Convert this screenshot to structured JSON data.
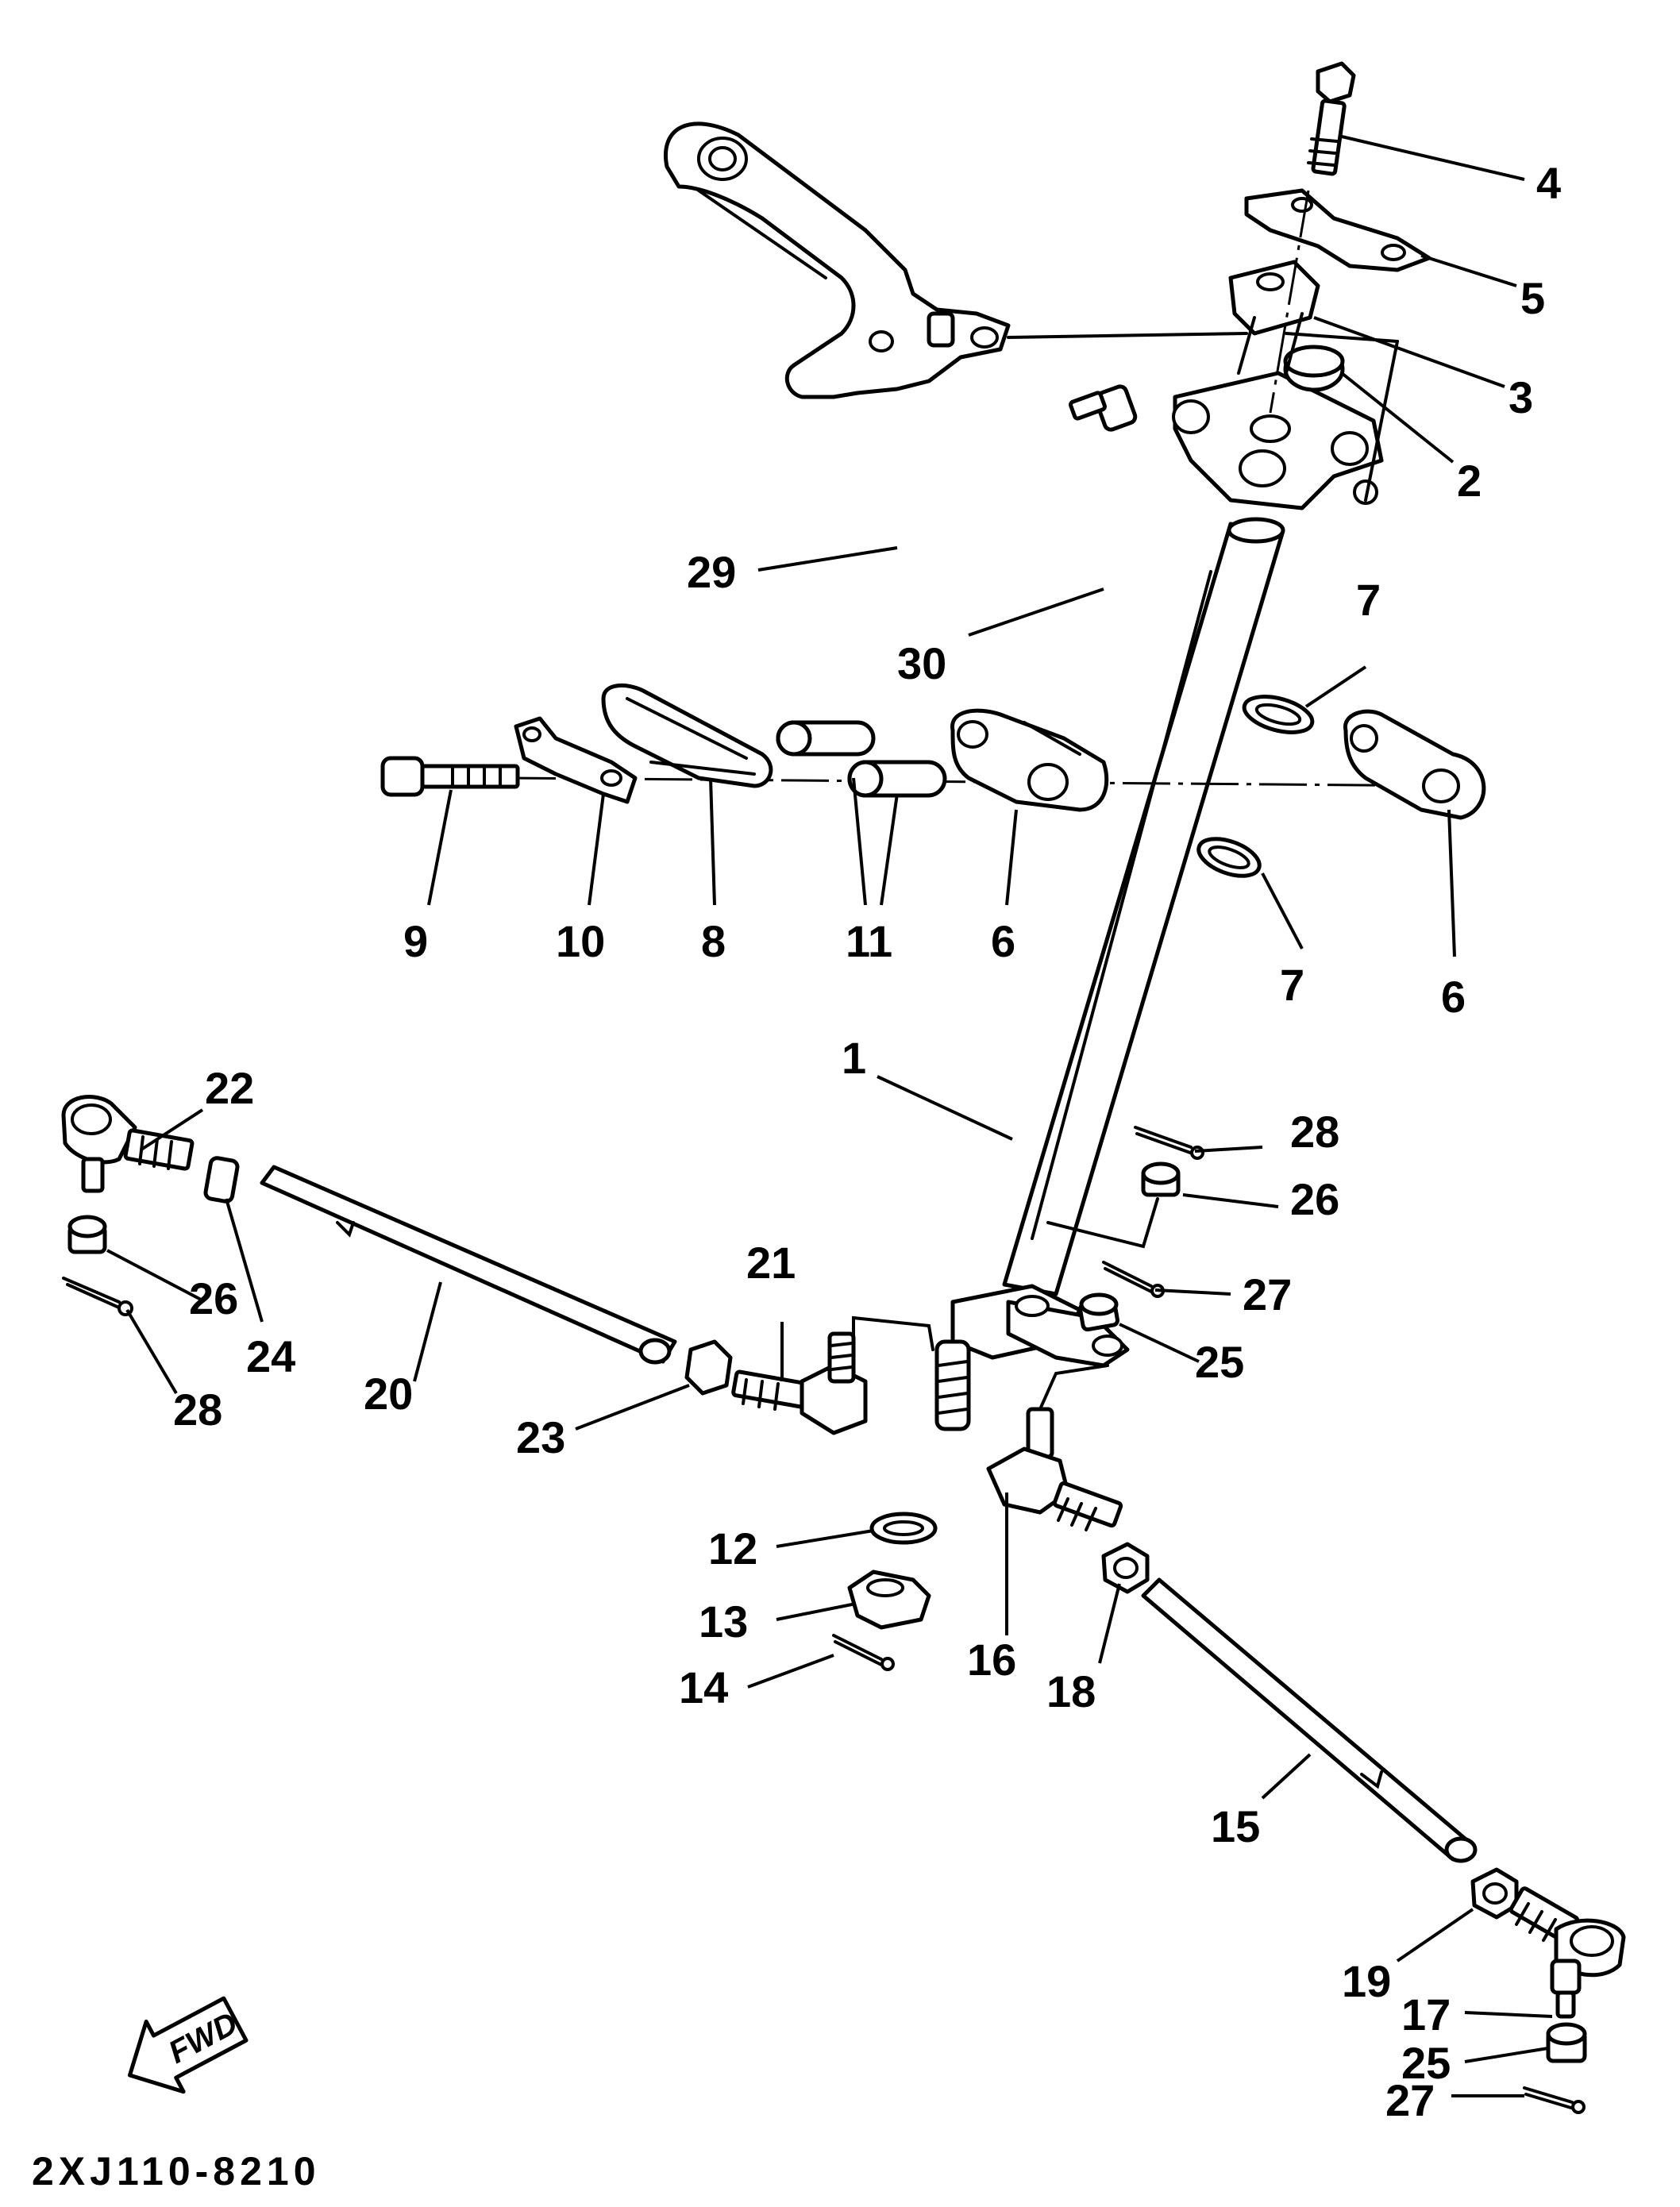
{
  "diagram_code": "2XJ110-8210",
  "fwd_label": "FWD",
  "callouts": [
    "4",
    "5",
    "3",
    "2",
    "29",
    "30",
    "7",
    "9",
    "10",
    "8",
    "11",
    "6",
    "7",
    "6",
    "1",
    "22",
    "28",
    "26",
    "27",
    "25",
    "21",
    "26",
    "24",
    "20",
    "28",
    "23",
    "12",
    "13",
    "16",
    "18",
    "14",
    "15",
    "19",
    "17",
    "25",
    "27"
  ]
}
